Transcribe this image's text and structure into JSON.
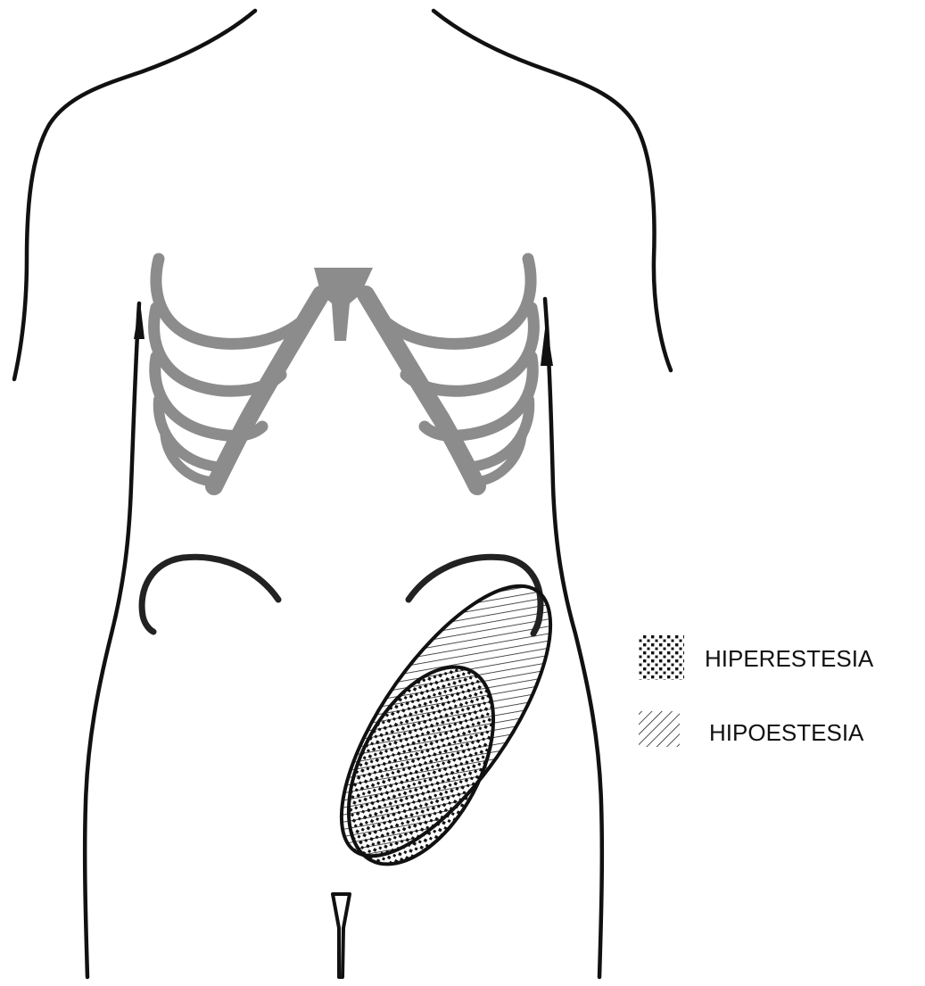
{
  "legend": {
    "items": [
      {
        "label": "HIPERESTESIA",
        "pattern": "dots"
      },
      {
        "label": "HIPOESTESIA",
        "pattern": "diagonal-lines"
      }
    ]
  },
  "colors": {
    "outline": "#111111",
    "ribcage": "#8c8c8c",
    "background": "#ffffff"
  }
}
